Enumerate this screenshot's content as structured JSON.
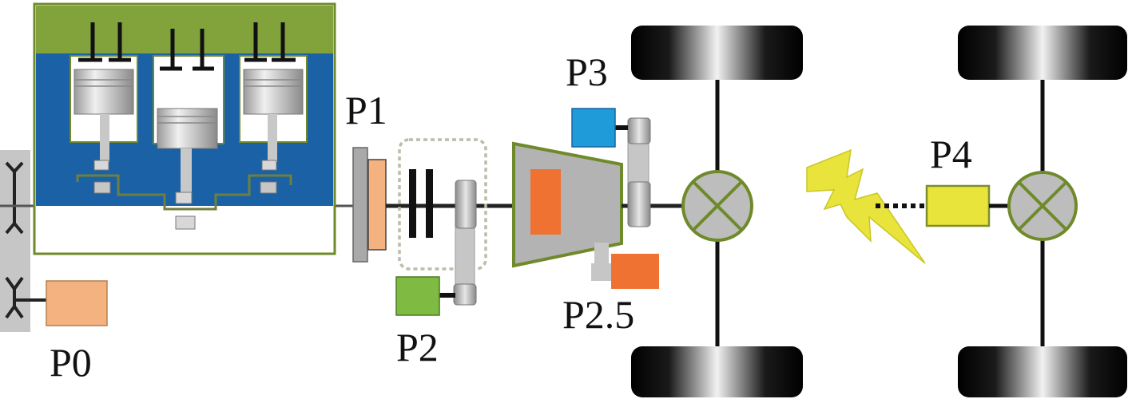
{
  "labels": {
    "p0": "P0",
    "p1": "P1",
    "p2": "P2",
    "p2_5": "P2.5",
    "p3": "P3",
    "p4": "P4"
  },
  "colors": {
    "engine_head": "#82a33c",
    "engine_block": "#1a61a6",
    "engine_outline": "#6f8a2a",
    "crank_support": "#c6c6c6",
    "piston": "#d6d6d6",
    "p0_motor": "#f3b27f",
    "p1_plate": "#a9a9a9",
    "p1_motor": "#f3b27f",
    "p2_motor": "#7fba43",
    "gearbox": "#b3b3b3",
    "gearbox_outline": "#6f8a2a",
    "gearbox_motor": "#f07233",
    "p2_5_motor": "#f07233",
    "p3_motor": "#1e9bd8",
    "p4_motor": "#e8e43b",
    "p4_motor_outline": "#7d8f2a",
    "differential": "#bdbdbd",
    "differential_outline": "#6f8a2a",
    "lightning": "#e8e43b",
    "shaft": "#222222",
    "tire": "#111111"
  },
  "icons": {
    "engine": "engine-icon",
    "clutch": "clutch-icon",
    "gearbox": "gearbox-icon",
    "differential": "differential-icon",
    "lightning": "lightning-icon",
    "wheel": "wheel-icon"
  }
}
